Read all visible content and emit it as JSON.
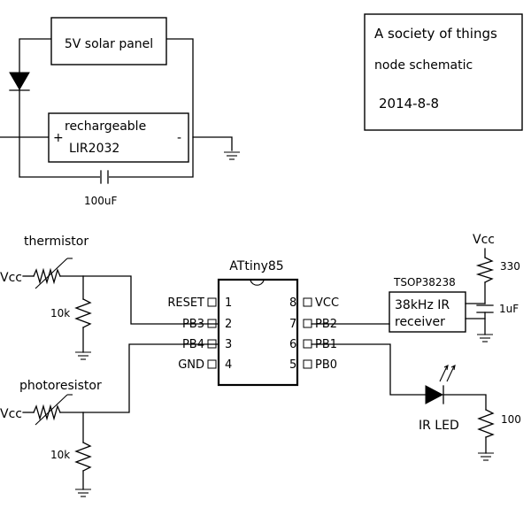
{
  "title_box": {
    "line1": "A society of things",
    "line2": "node schematic",
    "date": "2014-8-8"
  },
  "power": {
    "solar_panel": "5V solar panel",
    "battery_line1": "rechargeable",
    "battery_line2": "LIR2032",
    "battery_plus": "+",
    "battery_minus": "-",
    "capacitor": "100uF"
  },
  "sensors": {
    "thermistor": "thermistor",
    "thermistor_vcc": "Vcc",
    "thermistor_res": "10k",
    "photoresistor": "photoresistor",
    "photoresistor_vcc": "Vcc",
    "photoresistor_res": "10k"
  },
  "mcu": {
    "name": "ATtiny85",
    "left_pins": [
      {
        "name": "RESET",
        "num": "1"
      },
      {
        "name": "PB3",
        "num": "2"
      },
      {
        "name": "PB4",
        "num": "3"
      },
      {
        "name": "GND",
        "num": "4"
      }
    ],
    "right_pins": [
      {
        "name": "VCC",
        "num": "8"
      },
      {
        "name": "PB2",
        "num": "7"
      },
      {
        "name": "PB1",
        "num": "6"
      },
      {
        "name": "PB0",
        "num": "5"
      }
    ]
  },
  "receiver": {
    "part": "TSOP38238",
    "line1": "38kHz IR",
    "line2": "receiver",
    "vcc": "Vcc",
    "res": "330",
    "cap": "1uF"
  },
  "ir_led": {
    "label": "IR LED",
    "res": "100"
  }
}
